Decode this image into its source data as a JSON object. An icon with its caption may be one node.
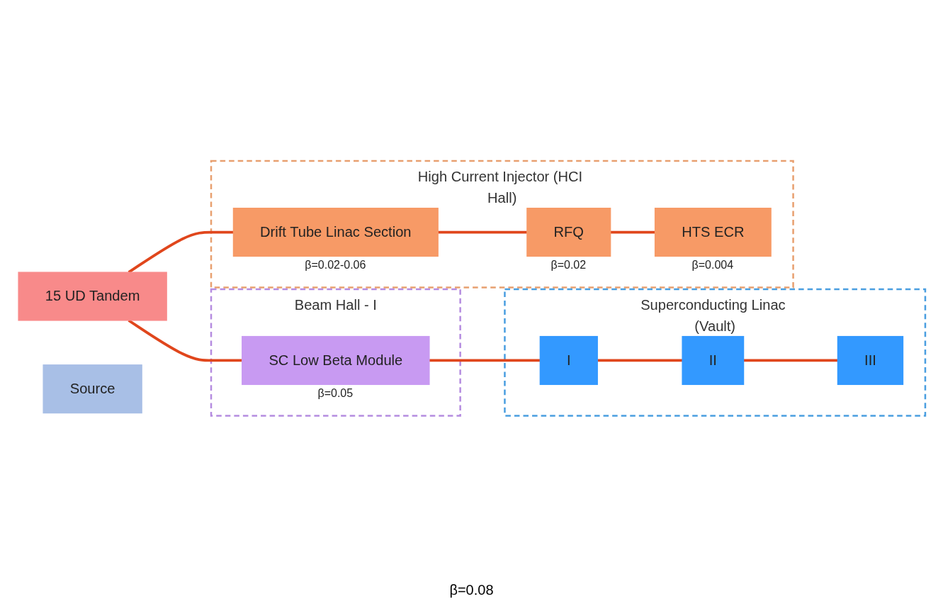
{
  "diagram": {
    "nodes": [
      {
        "text": [
          "15 UD Tandem"
        ]
      },
      {
        "text": [
          "Beam Hall - I"
        ]
      },
      {
        "text": [
          "SC Low Beta Module"
        ],
        "in": 1,
        "beside": [
          "β=0.05"
        ]
      },
      {
        "text": [
          "Superconducting Linac (Vault)"
        ]
      },
      {
        "text": [
          "I"
        ],
        "in": 3
      },
      {
        "text": [
          "II"
        ],
        "in": 3
      },
      {
        "text": [
          "III"
        ],
        "in": 3
      },
      {
        "text": [
          "High Current Injector (HCI Hall)"
        ]
      },
      {
        "text": [
          "Drift Tube Linac Section"
        ],
        "in": 7,
        "beside": [
          "β=0.02-0.06"
        ]
      },
      {
        "text": [
          "RFQ"
        ],
        "in": 7,
        "beside": [
          "β=0.02"
        ]
      },
      {
        "text": [
          "HTS ECR"
        ],
        "in": 7,
        "beside": [
          "β=0.004"
        ]
      },
      {
        "text": [
          "Source"
        ]
      }
    ],
    "edges": [
      {
        "from": 0,
        "to": 2,
        "arrow": "none",
        "color": "#e0461c"
      },
      {
        "from": 2,
        "to": 4,
        "arrow": "none",
        "color": "#e0461c"
      },
      {
        "from": 4,
        "to": 5,
        "arrow": "none",
        "color": "#e0461c"
      },
      {
        "from": 5,
        "to": 6,
        "arrow": "none",
        "color": "#e0461c"
      },
      {
        "from": 0,
        "to": 8,
        "arrow": "none",
        "color": "#e0461c"
      },
      {
        "from": 8,
        "to": 9,
        "arrow": "none",
        "color": "#e0461c"
      },
      {
        "from": 9,
        "to": 10,
        "arrow": "none",
        "color": "#e0461c"
      }
    ],
    "labels": [
      "β=0.08"
    ]
  }
}
